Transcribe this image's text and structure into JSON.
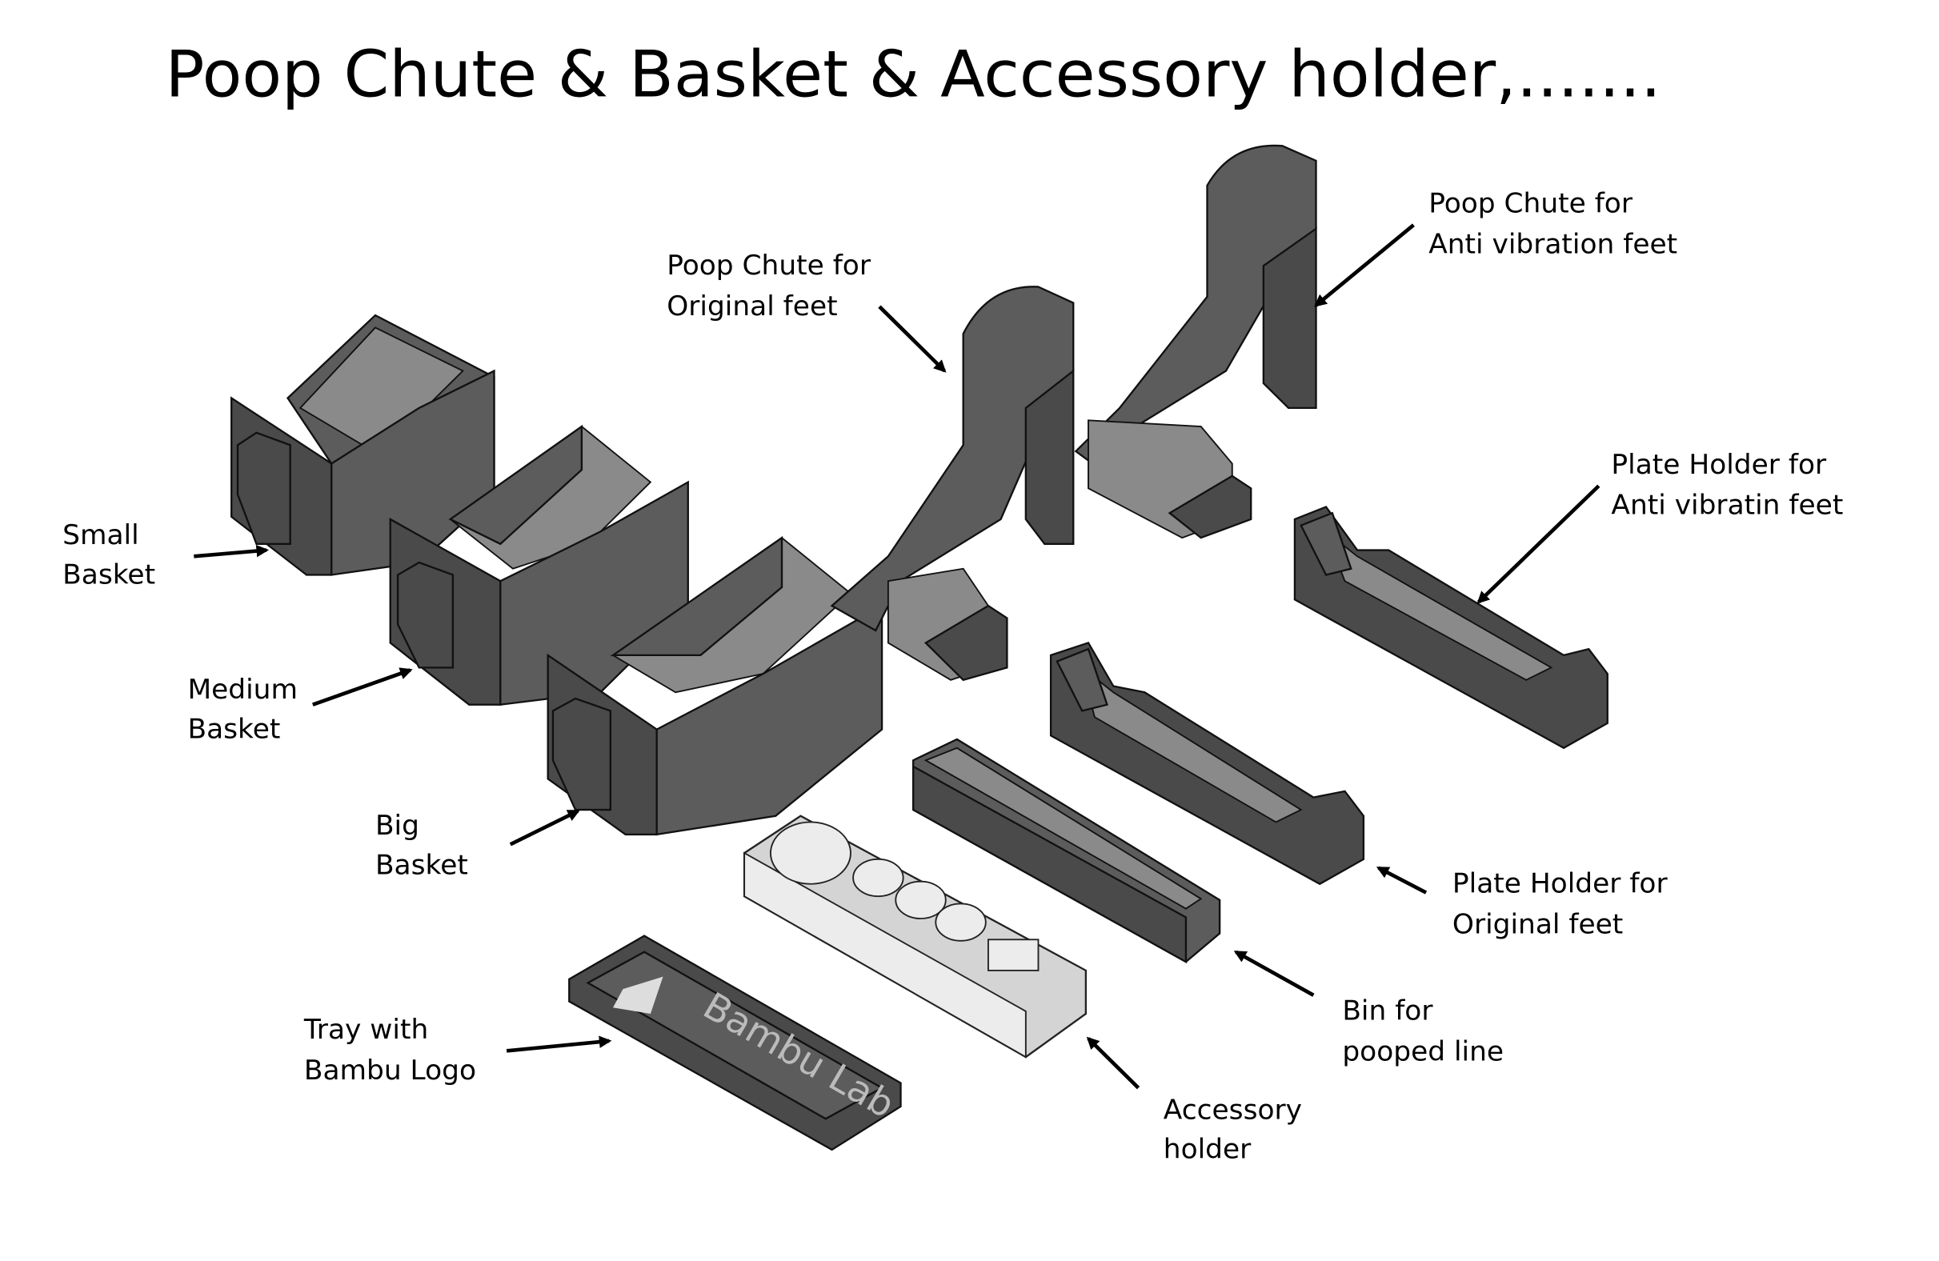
{
  "title": "Poop Chute & Basket & Accessory holder,.......",
  "labels": {
    "small_basket": [
      "Small",
      "Basket"
    ],
    "medium_basket": [
      "Medium",
      "Basket"
    ],
    "big_basket": [
      "Big",
      "Basket"
    ],
    "tray": [
      "Tray with",
      "Bambu Logo"
    ],
    "chute_original": [
      "Poop Chute for",
      "Original feet"
    ],
    "chute_anti": [
      "Poop Chute for",
      "Anti vibration feet"
    ],
    "plate_anti": [
      "Plate Holder for",
      "Anti vibratin feet"
    ],
    "plate_original": [
      "Plate Holder for",
      "Original feet"
    ],
    "bin": [
      "Bin for",
      "pooped line"
    ],
    "accessory": [
      "Accessory",
      "holder"
    ]
  },
  "logo_text": "Bambu Lab",
  "colors": {
    "part_dark": "#4a4a4a",
    "part_light": "#d4d4d4",
    "background": "#ffffff"
  }
}
